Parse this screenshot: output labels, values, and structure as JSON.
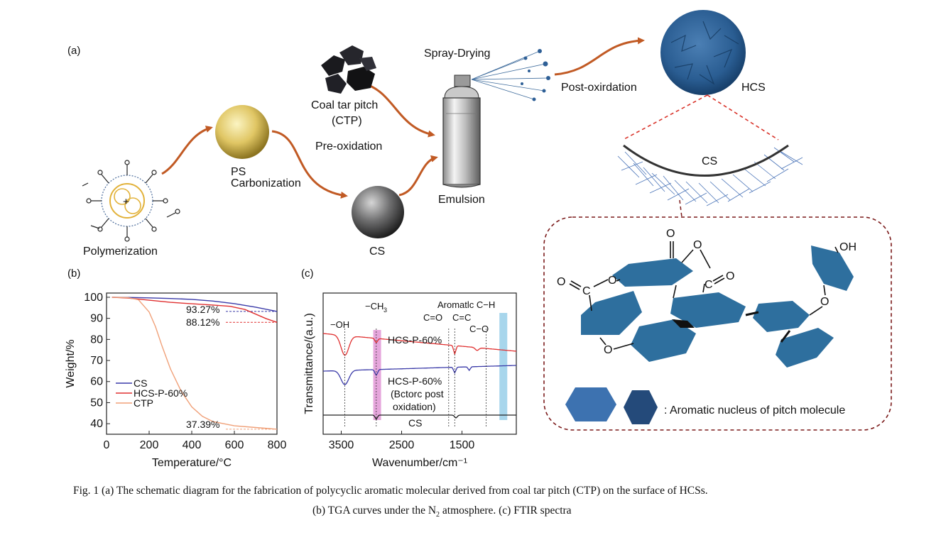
{
  "panel_labels": {
    "a": "(a)",
    "b": "(b)",
    "c": "(c)"
  },
  "schematic": {
    "polymerization": "Polymerization",
    "ps": "PS",
    "carbonization": "Carbonization",
    "ctp_line1": "Coal tar pitch",
    "ctp_line2": "(CTP)",
    "pre_oxidation": "Pre-oxidation",
    "cs": "CS",
    "spray_drying": "Spray-Drying",
    "emulsion": "Emulsion",
    "post_oxidation": "Post-oxirdation",
    "hcs": "HCS",
    "cs_shell": "CS",
    "legend_text": ": Aromatic nucleus of pitch molecule"
  },
  "molecule_labels": {
    "o": "O",
    "c": "C",
    "oh": "OH"
  },
  "chart_data": [
    {
      "type": "line",
      "panel": "(b)",
      "xlabel": "Temperature/°C",
      "ylabel": "Weight/%",
      "xlim": [
        0,
        800
      ],
      "ylim": [
        35,
        102
      ],
      "xticks": [
        "0",
        "200",
        "400",
        "600",
        "800"
      ],
      "yticks": [
        "100",
        "90",
        "80",
        "70",
        "60",
        "50",
        "40"
      ],
      "legend_placement": "lower-left",
      "series": [
        {
          "name": "CS",
          "color": "#3a3aa8",
          "x": [
            25,
            100,
            200,
            300,
            400,
            500,
            600,
            700,
            800
          ],
          "y": [
            100,
            99.9,
            99.7,
            99.4,
            99.0,
            98.2,
            97.0,
            95.3,
            93.27
          ]
        },
        {
          "name": "HCS-P-60%",
          "color": "#e03030",
          "x": [
            25,
            100,
            200,
            300,
            400,
            500,
            580,
            650,
            700,
            750,
            800
          ],
          "y": [
            100,
            99.6,
            98.6,
            97.6,
            96.9,
            96.3,
            95.7,
            94.2,
            92.0,
            89.8,
            88.12
          ]
        },
        {
          "name": "CTP",
          "color": "#f0a078",
          "x": [
            25,
            100,
            150,
            200,
            230,
            260,
            300,
            350,
            400,
            450,
            500,
            600,
            700,
            800
          ],
          "y": [
            100,
            99.8,
            98.8,
            93.0,
            86.0,
            77.0,
            66.0,
            55.5,
            48.0,
            43.5,
            41.0,
            39.0,
            38.2,
            37.39
          ]
        }
      ],
      "annotations": [
        "93.27%",
        "88.12%",
        "37.39%"
      ]
    },
    {
      "type": "line",
      "panel": "(c)",
      "xlabel": "Wavenumber/cm⁻¹",
      "ylabel": "Transmittance/(a.u.)",
      "xlim": [
        3800,
        600
      ],
      "xticks": [
        "3500",
        "2500",
        "1500"
      ],
      "series": [
        {
          "name": "HCS-P-60%",
          "color": "#e03030"
        },
        {
          "name": "HCS-P-60% (Bctorc post oxidation)",
          "color": "#3a3aa8"
        },
        {
          "name": "CS",
          "color": "#222222"
        }
      ],
      "band_labels": [
        "−OH",
        "−CH",
        "C=O",
        "Aromatlc C−H",
        "C=C",
        "C−O"
      ],
      "band_colors": {
        "ch3": "#e6a6dc",
        "aromatic_ch": "#a8d6ec"
      },
      "trace_labels": [
        "HCS-P-60%",
        "HCS-P-60%",
        "(Bctorc post",
        "oxidation)",
        "CS"
      ]
    }
  ],
  "caption": {
    "line1": "Fig. 1    (a) The schematic diagram for the fabrication of polycyclic aromatic molecular derived from coal tar pitch (CTP) on the surface of HCSs.",
    "line2_a": "(b) TGA curves under the N",
    "line2_sub": "2",
    "line2_b": " atmosphere. (c) FTIR spectra"
  },
  "colors": {
    "arrow": "#c15a24",
    "aromatic": "#2e6f9e",
    "dashed_box": "#7b1a1a",
    "red_dash": "#d9342b"
  }
}
